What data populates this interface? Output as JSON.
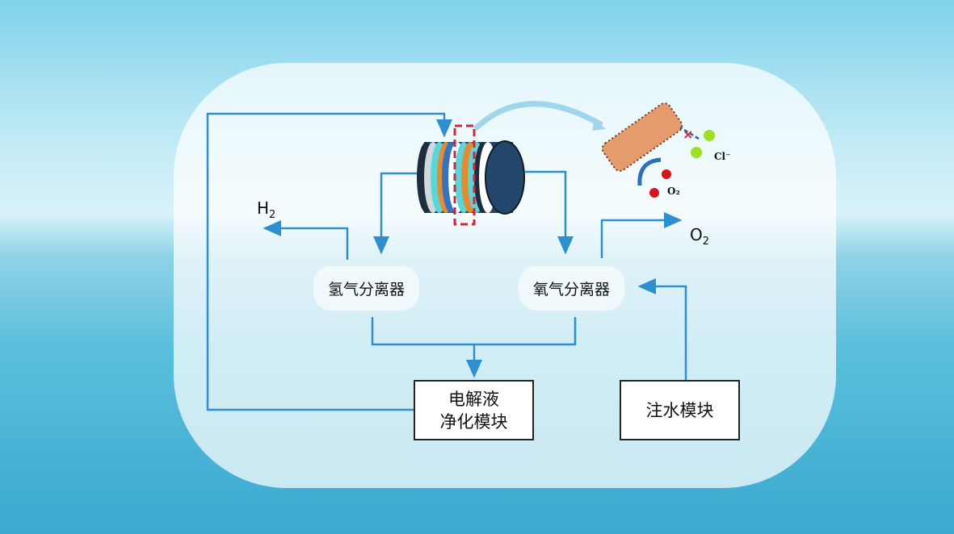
{
  "labels": {
    "h2": "H",
    "h2_sub": "2",
    "o2": "O",
    "o2_sub": "2",
    "hydrogen_separator": "氢气分离器",
    "oxygen_separator": "氧气分离器",
    "electrolyte_module_line1": "电解液",
    "electrolyte_module_line2": "净化模块",
    "water_injection_module": "注水模块",
    "inset_chloride": "Cl⁻",
    "inset_o2": "O₂"
  },
  "colors": {
    "flow_line": "#2e8fd0",
    "highlight_box": "#d0283a"
  }
}
